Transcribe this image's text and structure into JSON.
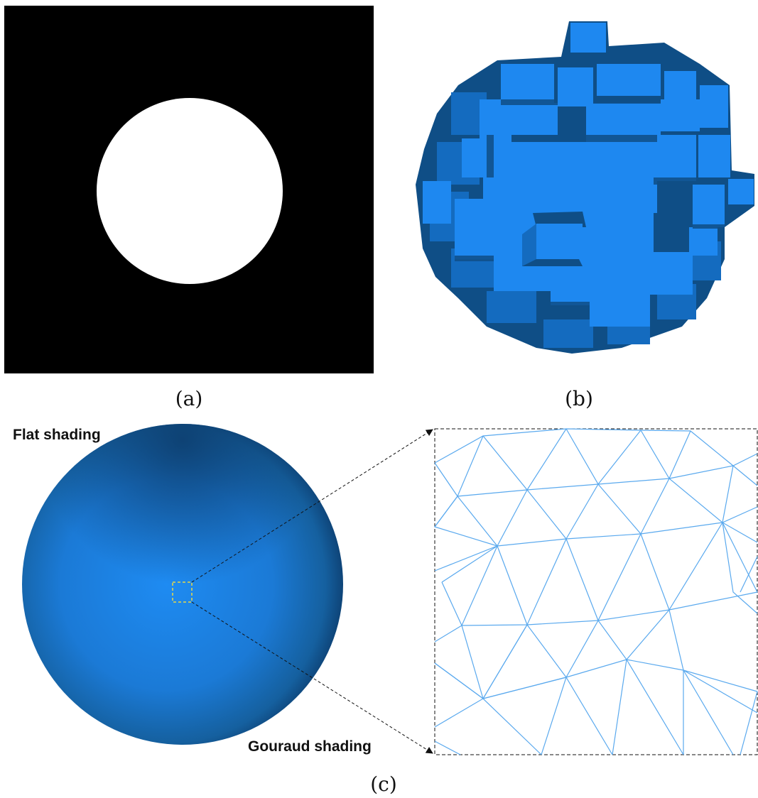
{
  "captions": {
    "a": "(a)",
    "b": "(b)",
    "c": "(c)"
  },
  "labels": {
    "flat": "Flat shading",
    "gouraud": "Gouraud shading"
  },
  "colors": {
    "background_a": "#000000",
    "disk": "#ffffff",
    "voxel_light": "#1e88f0",
    "voxel_dark": "#0f4e86",
    "voxel_mid": "#146bbf",
    "sphere": "#1e8bf2",
    "mesh_line": "#5aa9ee",
    "zoom_box": "#e6d84a"
  }
}
